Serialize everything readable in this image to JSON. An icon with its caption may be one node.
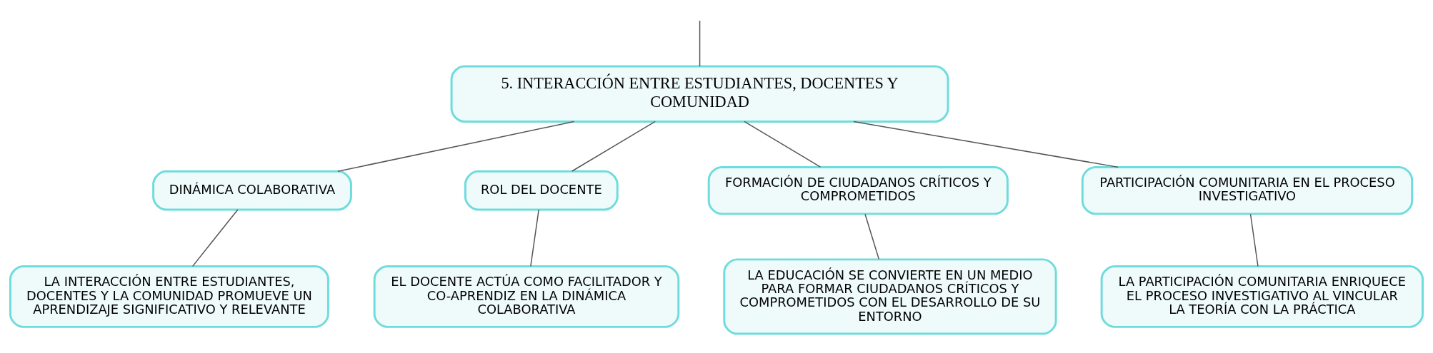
{
  "diagram": {
    "nodes": [
      {
        "text": [
          "5. INTERACCIÓN ENTRE ESTUDIANTES, DOCENTES Y COMUNIDAD"
        ]
      },
      {
        "text": [
          "DINÁMICA COLABORATIVA"
        ]
      },
      {
        "text": [
          "ROL DEL DOCENTE"
        ]
      },
      {
        "text": [
          "FORMACIÓN DE CIUDADANOS CRÍTICOS Y COMPROMETIDOS"
        ]
      },
      {
        "text": [
          "PARTICIPACIÓN COMUNITARIA EN EL PROCESO INVESTIGATIVO"
        ]
      },
      {
        "text": [
          "LA INTERACCIÓN ENTRE ESTUDIANTES, DOCENTES Y LA COMUNIDAD PROMUEVE UN APRENDIZAJE SIGNIFICATIVO Y RELEVANTE"
        ]
      },
      {
        "text": [
          "EL DOCENTE ACTÚA COMO FACILITADOR Y CO-APRENDIZ EN LA DINÁMICA COLABORATIVA"
        ]
      },
      {
        "text": [
          "LA EDUCACIÓN SE CONVIERTE EN UN MEDIO PARA FORMAR CIUDADANOS CRÍTICOS Y COMPROMETIDOS CON EL DESARROLLO DE SU ENTORNO"
        ]
      },
      {
        "text": [
          "LA PARTICIPACIÓN COMUNITARIA ENRIQUECE EL PROCESO INVESTIGATIVO AL VINCULAR LA TEORÍA CON LA PRÁCTICA"
        ]
      }
    ],
    "edges": [
      {
        "from": null,
        "to": 0,
        "arrow": "none"
      },
      {
        "from": 0,
        "to": 1,
        "arrow": "none"
      },
      {
        "from": 0,
        "to": 2,
        "arrow": "none"
      },
      {
        "from": 0,
        "to": 3,
        "arrow": "none"
      },
      {
        "from": 0,
        "to": 4,
        "arrow": "none"
      },
      {
        "from": 1,
        "to": 5,
        "arrow": "none"
      },
      {
        "from": 2,
        "to": 6,
        "arrow": "none"
      },
      {
        "from": 3,
        "to": 7,
        "arrow": "none"
      },
      {
        "from": 4,
        "to": 8,
        "arrow": "none"
      }
    ]
  }
}
